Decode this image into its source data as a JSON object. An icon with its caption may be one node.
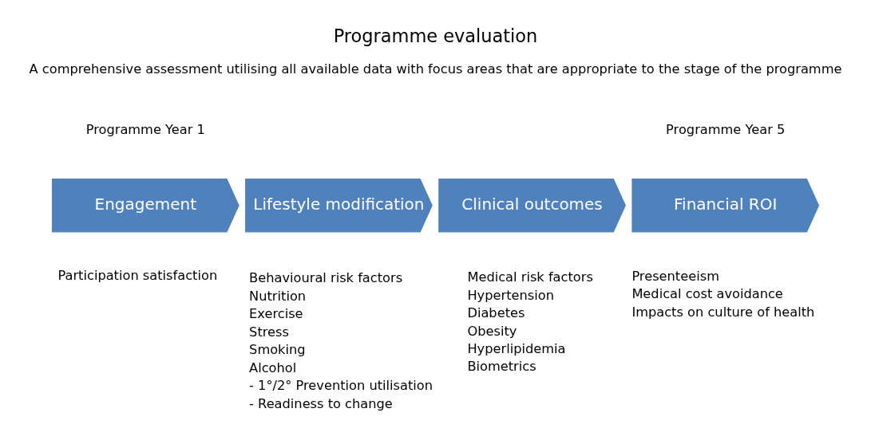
{
  "diagram": {
    "title": "Programme evaluation",
    "nodes": [
      {
        "text": [
          "Engagement"
        ],
        "beside": [
          "Participation satisfaction"
        ]
      },
      {
        "text": [
          "Lifestyle modification"
        ],
        "beside": [
          "Behavioural risk factors",
          "Nutrition",
          "Exercise",
          "Stress",
          "Smoking",
          "Alcohol",
          "- 1°/2° Prevention utilisation",
          "- Readiness to change"
        ]
      },
      {
        "text": [
          "Clinical outcomes"
        ],
        "beside": [
          "Medical risk factors",
          "Hypertension",
          "Diabetes",
          "Obesity",
          "Hyperlipidemia",
          "Biometrics"
        ]
      },
      {
        "text": [
          "Financial ROI"
        ],
        "beside": [
          "Presenteeism",
          "Medical cost avoidance",
          "Impacts on culture of health"
        ]
      }
    ],
    "edges": [],
    "labels": [
      "A comprehensive assessment utilising all available data with focus areas that are appropriate to the stage of the programme",
      "Programme Year 1",
      "Programme Year 5"
    ]
  }
}
